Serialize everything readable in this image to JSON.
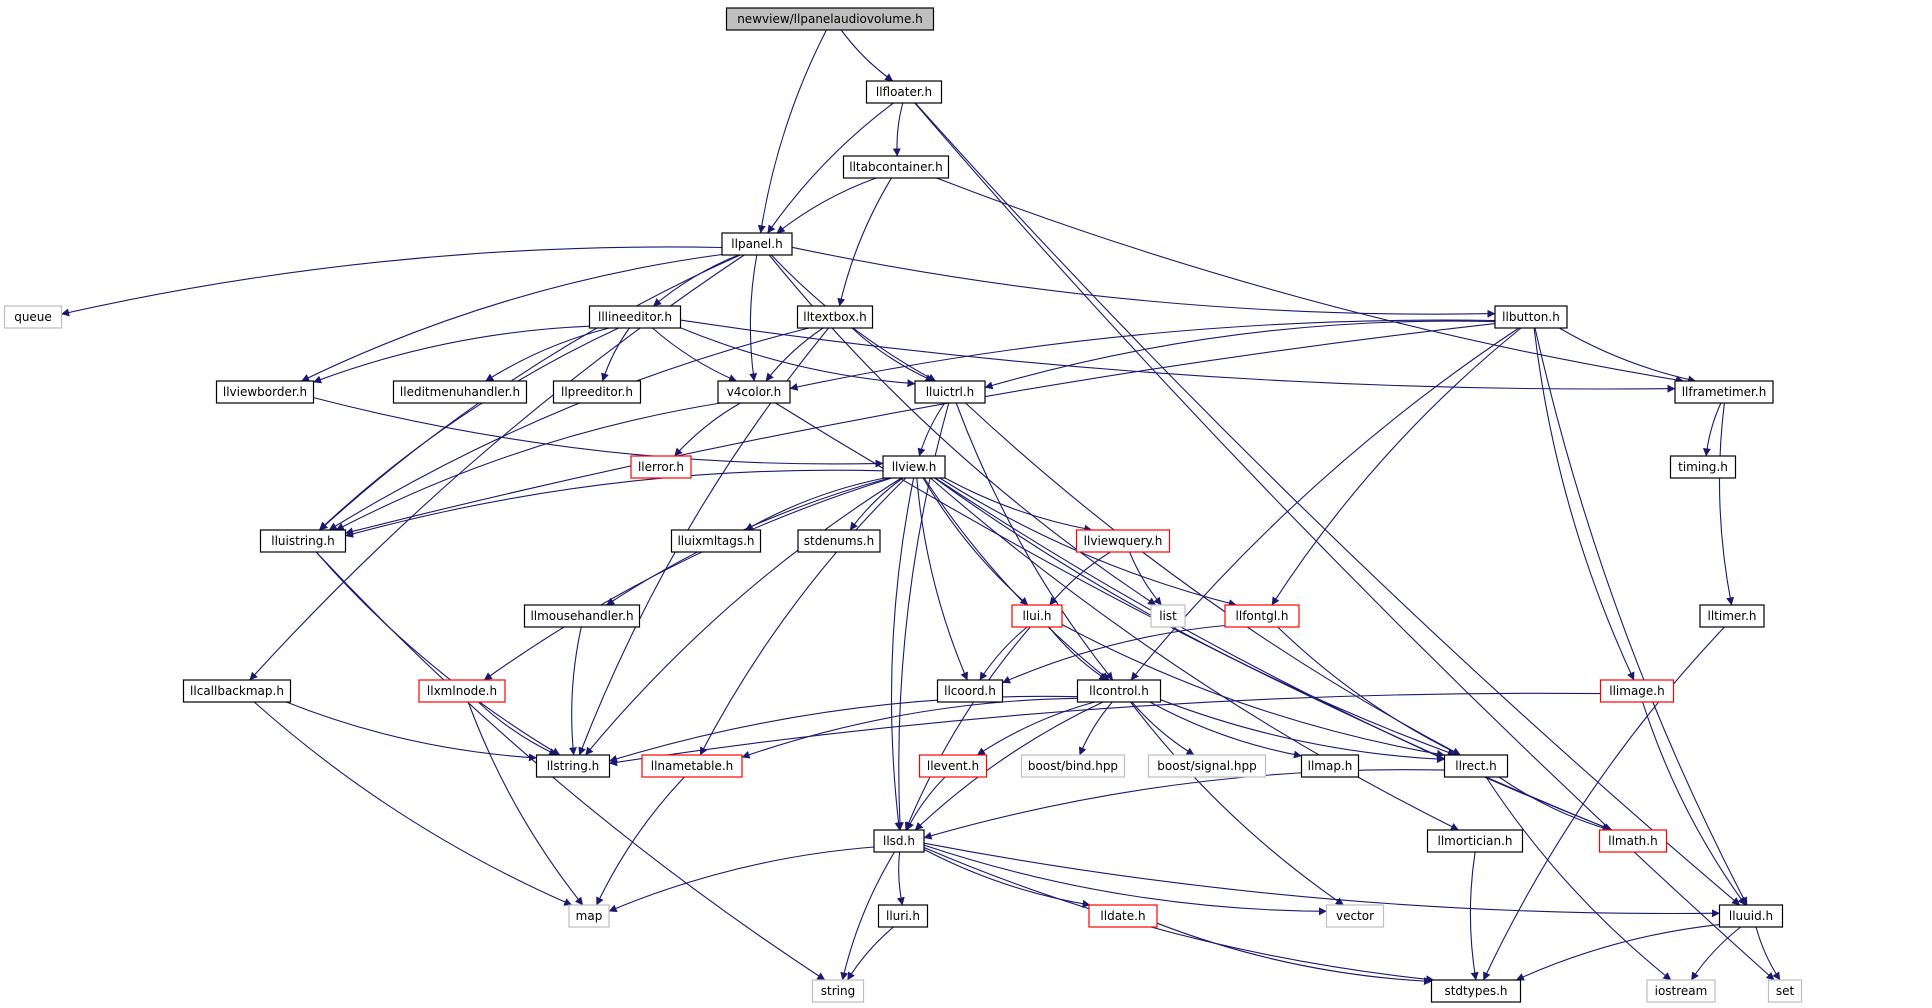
{
  "diagram": {
    "root": "newview/llpanelaudiovolume.h",
    "nodes": [
      {
        "id": "root",
        "label": "newview/llpanelaudiovolume.h",
        "style": "root"
      },
      {
        "id": "llfloater",
        "label": "llfloater.h",
        "style": "normal"
      },
      {
        "id": "lltabcontainer",
        "label": "lltabcontainer.h",
        "style": "normal"
      },
      {
        "id": "llpanel",
        "label": "llpanel.h",
        "style": "normal"
      },
      {
        "id": "queue",
        "label": "queue",
        "style": "external"
      },
      {
        "id": "lllineeditor",
        "label": "lllineeditor.h",
        "style": "normal"
      },
      {
        "id": "lltextbox",
        "label": "lltextbox.h",
        "style": "normal"
      },
      {
        "id": "llbutton",
        "label": "llbutton.h",
        "style": "normal"
      },
      {
        "id": "llviewborder",
        "label": "llviewborder.h",
        "style": "normal"
      },
      {
        "id": "lleditmenuhandler",
        "label": "lleditmenuhandler.h",
        "style": "normal"
      },
      {
        "id": "llpreeditor",
        "label": "llpreeditor.h",
        "style": "normal"
      },
      {
        "id": "v4color",
        "label": "v4color.h",
        "style": "normal"
      },
      {
        "id": "lluictrl",
        "label": "lluictrl.h",
        "style": "normal"
      },
      {
        "id": "llframetimer",
        "label": "llframetimer.h",
        "style": "normal"
      },
      {
        "id": "llerror",
        "label": "llerror.h",
        "style": "red"
      },
      {
        "id": "llview",
        "label": "llview.h",
        "style": "normal"
      },
      {
        "id": "timing",
        "label": "timing.h",
        "style": "normal"
      },
      {
        "id": "lluistring",
        "label": "lluistring.h",
        "style": "normal"
      },
      {
        "id": "lluixmltags",
        "label": "lluixmltags.h",
        "style": "normal"
      },
      {
        "id": "stdenums",
        "label": "stdenums.h",
        "style": "normal"
      },
      {
        "id": "llviewquery",
        "label": "llviewquery.h",
        "style": "red"
      },
      {
        "id": "llmousehandler",
        "label": "llmousehandler.h",
        "style": "normal"
      },
      {
        "id": "list",
        "label": "list",
        "style": "external"
      },
      {
        "id": "llui",
        "label": "llui.h",
        "style": "red"
      },
      {
        "id": "llfontgl",
        "label": "llfontgl.h",
        "style": "red"
      },
      {
        "id": "lltimer",
        "label": "lltimer.h",
        "style": "normal"
      },
      {
        "id": "llcallbackmap",
        "label": "llcallbackmap.h",
        "style": "normal"
      },
      {
        "id": "llxmlnode",
        "label": "llxmlnode.h",
        "style": "red"
      },
      {
        "id": "llcoord",
        "label": "llcoord.h",
        "style": "normal"
      },
      {
        "id": "llcontrol",
        "label": "llcontrol.h",
        "style": "normal"
      },
      {
        "id": "llimage",
        "label": "llimage.h",
        "style": "red"
      },
      {
        "id": "llstring",
        "label": "llstring.h",
        "style": "normal"
      },
      {
        "id": "llnametable",
        "label": "llnametable.h",
        "style": "red"
      },
      {
        "id": "llevent",
        "label": "llevent.h",
        "style": "red"
      },
      {
        "id": "boostbind",
        "label": "boost/bind.hpp",
        "style": "external"
      },
      {
        "id": "boostsignal",
        "label": "boost/signal.hpp",
        "style": "external"
      },
      {
        "id": "llmap",
        "label": "llmap.h",
        "style": "normal"
      },
      {
        "id": "llrect",
        "label": "llrect.h",
        "style": "normal"
      },
      {
        "id": "llsd",
        "label": "llsd.h",
        "style": "normal"
      },
      {
        "id": "llmortician",
        "label": "llmortician.h",
        "style": "normal"
      },
      {
        "id": "llmath",
        "label": "llmath.h",
        "style": "red"
      },
      {
        "id": "map",
        "label": "map",
        "style": "external"
      },
      {
        "id": "lluri",
        "label": "lluri.h",
        "style": "normal"
      },
      {
        "id": "lldate",
        "label": "lldate.h",
        "style": "red"
      },
      {
        "id": "vector",
        "label": "vector",
        "style": "external"
      },
      {
        "id": "lluuid",
        "label": "lluuid.h",
        "style": "normal"
      },
      {
        "id": "string",
        "label": "string",
        "style": "external"
      },
      {
        "id": "stdtypes",
        "label": "stdtypes.h",
        "style": "normal"
      },
      {
        "id": "iostream",
        "label": "iostream",
        "style": "external"
      },
      {
        "id": "set",
        "label": "set",
        "style": "external"
      }
    ],
    "edges": [
      [
        "root",
        "llfloater"
      ],
      [
        "root",
        "llpanel"
      ],
      [
        "llfloater",
        "lltabcontainer"
      ],
      [
        "llfloater",
        "llpanel"
      ],
      [
        "llfloater",
        "lluuid"
      ],
      [
        "llfloater",
        "set"
      ],
      [
        "lltabcontainer",
        "llpanel"
      ],
      [
        "lltabcontainer",
        "lltextbox"
      ],
      [
        "lltabcontainer",
        "llframetimer"
      ],
      [
        "llpanel",
        "queue"
      ],
      [
        "llpanel",
        "lllineeditor"
      ],
      [
        "llpanel",
        "llbutton"
      ],
      [
        "llpanel",
        "llviewborder"
      ],
      [
        "llpanel",
        "v4color"
      ],
      [
        "llpanel",
        "lluictrl"
      ],
      [
        "llpanel",
        "lluistring"
      ],
      [
        "llpanel",
        "llcallbackmap"
      ],
      [
        "llpanel",
        "list"
      ],
      [
        "lllineeditor",
        "llviewborder"
      ],
      [
        "lllineeditor",
        "lleditmenuhandler"
      ],
      [
        "lllineeditor",
        "llpreeditor"
      ],
      [
        "lllineeditor",
        "v4color"
      ],
      [
        "lllineeditor",
        "lluictrl"
      ],
      [
        "lllineeditor",
        "llframetimer"
      ],
      [
        "lllineeditor",
        "lluistring"
      ],
      [
        "lltextbox",
        "v4color"
      ],
      [
        "lltextbox",
        "lluictrl"
      ],
      [
        "lltextbox",
        "lluistring"
      ],
      [
        "lltextbox",
        "llstring"
      ],
      [
        "llbutton",
        "v4color"
      ],
      [
        "llbutton",
        "lluictrl"
      ],
      [
        "llbutton",
        "llframetimer"
      ],
      [
        "llbutton",
        "lluistring"
      ],
      [
        "llbutton",
        "llfontgl"
      ],
      [
        "llbutton",
        "llimage"
      ],
      [
        "llbutton",
        "lluuid"
      ],
      [
        "llbutton",
        "llcontrol"
      ],
      [
        "llviewborder",
        "llview"
      ],
      [
        "v4color",
        "llerror"
      ],
      [
        "v4color",
        "lluistring"
      ],
      [
        "v4color",
        "llmath"
      ],
      [
        "lluictrl",
        "llview"
      ],
      [
        "lluictrl",
        "llrect"
      ],
      [
        "lluictrl",
        "llcontrol"
      ],
      [
        "lluictrl",
        "llsd"
      ],
      [
        "llframetimer",
        "timing"
      ],
      [
        "llframetimer",
        "lltimer"
      ],
      [
        "llview",
        "lluistring"
      ],
      [
        "llview",
        "lluixmltags"
      ],
      [
        "llview",
        "stdenums"
      ],
      [
        "llview",
        "llviewquery"
      ],
      [
        "llview",
        "llmousehandler"
      ],
      [
        "llview",
        "llui"
      ],
      [
        "llview",
        "llfontgl"
      ],
      [
        "llview",
        "llxmlnode"
      ],
      [
        "llview",
        "llcoord"
      ],
      [
        "llview",
        "llstring"
      ],
      [
        "llview",
        "llnametable"
      ],
      [
        "llview",
        "llsd"
      ],
      [
        "llview",
        "llrect"
      ],
      [
        "llview",
        "llmortician"
      ],
      [
        "llview",
        "llmath"
      ],
      [
        "llview",
        "llcontrol"
      ],
      [
        "lluistring",
        "llstring"
      ],
      [
        "lluistring",
        "string"
      ],
      [
        "llviewquery",
        "list"
      ],
      [
        "llviewquery",
        "llui"
      ],
      [
        "llmousehandler",
        "llstring"
      ],
      [
        "llui",
        "llcoord"
      ],
      [
        "llui",
        "llcontrol"
      ],
      [
        "llui",
        "llrect"
      ],
      [
        "llui",
        "llsd"
      ],
      [
        "llfontgl",
        "llcoord"
      ],
      [
        "llfontgl",
        "llrect"
      ],
      [
        "lltimer",
        "stdtypes"
      ],
      [
        "llcallbackmap",
        "llstring"
      ],
      [
        "llcallbackmap",
        "map"
      ],
      [
        "llxmlnode",
        "llstring"
      ],
      [
        "llxmlnode",
        "map"
      ],
      [
        "llcontrol",
        "llstring"
      ],
      [
        "llcontrol",
        "llnametable"
      ],
      [
        "llcontrol",
        "llevent"
      ],
      [
        "llcontrol",
        "boostbind"
      ],
      [
        "llcontrol",
        "boostsignal"
      ],
      [
        "llcontrol",
        "llmap"
      ],
      [
        "llcontrol",
        "llrect"
      ],
      [
        "llcontrol",
        "vector"
      ],
      [
        "llcontrol",
        "llsd"
      ],
      [
        "llimage",
        "llstring"
      ],
      [
        "llimage",
        "lluuid"
      ],
      [
        "llnametable",
        "map"
      ],
      [
        "llevent",
        "llsd"
      ],
      [
        "llrect",
        "llsd"
      ],
      [
        "llrect",
        "llmath"
      ],
      [
        "llrect",
        "iostream"
      ],
      [
        "llsd",
        "map"
      ],
      [
        "llsd",
        "lluri"
      ],
      [
        "llsd",
        "lldate"
      ],
      [
        "llsd",
        "vector"
      ],
      [
        "llsd",
        "lluuid"
      ],
      [
        "llsd",
        "string"
      ],
      [
        "llsd",
        "stdtypes"
      ],
      [
        "llmortician",
        "stdtypes"
      ],
      [
        "lluri",
        "string"
      ],
      [
        "lldate",
        "stdtypes"
      ],
      [
        "lluuid",
        "stdtypes"
      ],
      [
        "lluuid",
        "iostream"
      ],
      [
        "lluuid",
        "set"
      ]
    ]
  },
  "colors": {
    "edge": "#191970",
    "box_border": "#000000",
    "box_border_red": "#ff0000",
    "box_border_external": "#bfbfbf",
    "root_fill": "#bfbfbf"
  }
}
